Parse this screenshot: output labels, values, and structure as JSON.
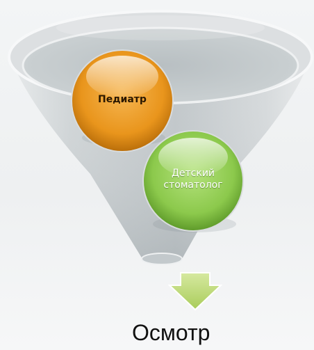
{
  "funnel": {
    "stage_top": "Педиатр",
    "stage_bottom": "Детский стоматолог",
    "result": "Осмотр"
  },
  "colors": {
    "orange_ball": "#f0a02a",
    "green_ball": "#98d25a",
    "arrow": "#c6e08a",
    "funnel_glass": "#c9cfd2"
  }
}
